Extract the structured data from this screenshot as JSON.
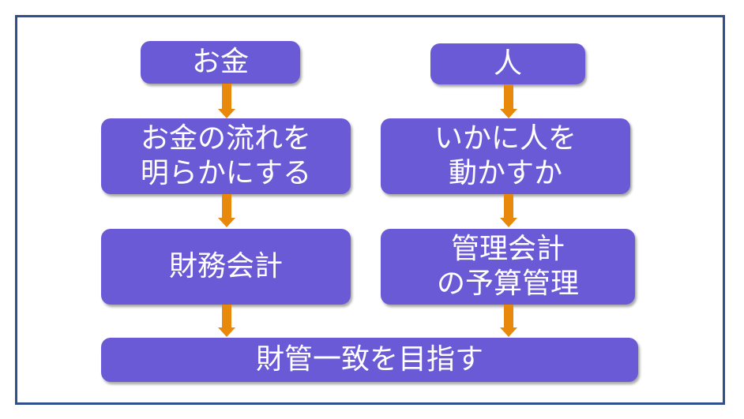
{
  "diagram": {
    "left_column": {
      "top": "お金",
      "middle": "お金の流れを\n明らかにする",
      "bottom": "財務会計"
    },
    "right_column": {
      "top": "人",
      "middle": "いかに人を\n動かすか",
      "bottom": "管理会計\nの予算管理"
    },
    "goal": "財管一致を目指す",
    "colors": {
      "box_fill": "#6a5ad6",
      "arrow": "#e8890c",
      "frame_border": "#2f4f8f",
      "text": "#ffffff"
    }
  }
}
